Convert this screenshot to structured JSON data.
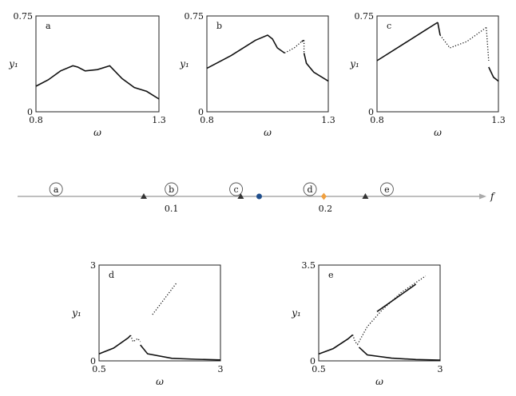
{
  "chart_data": [
    {
      "type": "line",
      "panel": "a",
      "xlim": [
        0.8,
        1.3
      ],
      "ylim": [
        0,
        0.75
      ],
      "xticks": [
        "0.8",
        "1.3"
      ],
      "yticks": [
        "0",
        "0.75"
      ],
      "xlabel": "ω",
      "ylabel": "y₁",
      "series": [
        {
          "style": "solid",
          "x": [
            0.8,
            0.85,
            0.9,
            0.95,
            0.97,
            1.0,
            1.05,
            1.1,
            1.15,
            1.2,
            1.25,
            1.3
          ],
          "y": [
            0.2,
            0.25,
            0.32,
            0.36,
            0.35,
            0.32,
            0.33,
            0.36,
            0.26,
            0.19,
            0.16,
            0.1
          ]
        }
      ]
    },
    {
      "type": "line",
      "panel": "b",
      "xlim": [
        0.8,
        1.3
      ],
      "ylim": [
        0,
        0.75
      ],
      "xticks": [
        "0.8",
        "1.3"
      ],
      "yticks": [
        "0",
        "0.75"
      ],
      "xlabel": "ω",
      "ylabel": "y₁",
      "series": [
        {
          "style": "solid",
          "x": [
            0.8,
            0.9,
            1.0,
            1.05,
            1.07,
            1.09,
            1.12
          ],
          "y": [
            0.34,
            0.44,
            0.56,
            0.6,
            0.57,
            0.5,
            0.46
          ]
        },
        {
          "style": "dotted",
          "x": [
            1.12,
            1.16,
            1.19
          ],
          "y": [
            0.46,
            0.5,
            0.55
          ]
        },
        {
          "style": "solid",
          "x": [
            1.19,
            1.2
          ],
          "y": [
            0.55,
            0.56
          ]
        },
        {
          "style": "dotted",
          "x": [
            1.2,
            1.2
          ],
          "y": [
            0.56,
            0.46
          ]
        },
        {
          "style": "solid",
          "x": [
            1.2,
            1.21,
            1.24,
            1.3
          ],
          "y": [
            0.46,
            0.38,
            0.31,
            0.24
          ]
        }
      ]
    },
    {
      "type": "line",
      "panel": "c",
      "xlim": [
        0.8,
        1.3
      ],
      "ylim": [
        0,
        0.75
      ],
      "xticks": [
        "0.8",
        "1.3"
      ],
      "yticks": [
        "0",
        "0.75"
      ],
      "xlabel": "ω",
      "ylabel": "y₁",
      "series": [
        {
          "style": "solid",
          "x": [
            0.8,
            0.9,
            1.0,
            1.05
          ],
          "y": [
            0.4,
            0.52,
            0.64,
            0.7
          ]
        },
        {
          "style": "solid",
          "x": [
            1.05,
            1.06
          ],
          "y": [
            0.7,
            0.6
          ]
        },
        {
          "style": "dotted",
          "x": [
            1.06,
            1.1,
            1.17,
            1.25
          ],
          "y": [
            0.6,
            0.5,
            0.55,
            0.66
          ]
        },
        {
          "style": "dotted",
          "x": [
            1.25,
            1.26
          ],
          "y": [
            0.66,
            0.4
          ]
        },
        {
          "style": "solid",
          "x": [
            1.26,
            1.28,
            1.3
          ],
          "y": [
            0.35,
            0.27,
            0.24
          ]
        }
      ]
    },
    {
      "type": "line",
      "panel": "d",
      "xlim": [
        0.5,
        3
      ],
      "ylim": [
        0,
        3
      ],
      "xticks": [
        "0.5",
        "3"
      ],
      "yticks": [
        "0",
        "3"
      ],
      "xlabel": "ω",
      "ylabel": "y₁",
      "series": [
        {
          "style": "solid",
          "x": [
            0.5,
            0.8,
            1.1,
            1.15
          ],
          "y": [
            0.22,
            0.4,
            0.72,
            0.8
          ]
        },
        {
          "style": "dotted",
          "x": [
            1.15,
            1.2,
            1.3,
            1.35
          ],
          "y": [
            0.8,
            0.6,
            0.7,
            0.6
          ]
        },
        {
          "style": "solid",
          "x": [
            1.35,
            1.5,
            2.0,
            2.5,
            3.0
          ],
          "y": [
            0.5,
            0.22,
            0.08,
            0.05,
            0.03
          ]
        },
        {
          "style": "dotted",
          "x": [
            1.6,
            2.1
          ],
          "y": [
            1.45,
            2.45
          ]
        }
      ]
    },
    {
      "type": "line",
      "panel": "e",
      "xlim": [
        0.5,
        3
      ],
      "ylim": [
        0,
        3.5
      ],
      "xticks": [
        "0.5",
        "3"
      ],
      "yticks": [
        "0",
        "3.5"
      ],
      "xlabel": "ω",
      "ylabel": "y₁",
      "series": [
        {
          "style": "solid",
          "x": [
            0.5,
            0.8,
            1.1,
            1.2
          ],
          "y": [
            0.25,
            0.45,
            0.8,
            0.95
          ]
        },
        {
          "style": "dotted",
          "x": [
            1.2,
            1.25,
            1.3,
            1.5,
            1.8,
            2.2,
            2.7
          ],
          "y": [
            0.95,
            0.7,
            0.6,
            1.25,
            1.85,
            2.5,
            3.1
          ]
        },
        {
          "style": "solid",
          "x": [
            1.7,
            2.5
          ],
          "y": [
            1.8,
            2.8
          ]
        },
        {
          "style": "solid",
          "x": [
            1.33,
            1.5,
            2.0,
            2.5,
            3.0
          ],
          "y": [
            0.5,
            0.22,
            0.1,
            0.05,
            0.03
          ]
        }
      ]
    }
  ],
  "parameter_axis": {
    "label": "f",
    "range": [
      0,
      0.3
    ],
    "ticks": [
      {
        "value": 0.1,
        "label": "0.1"
      },
      {
        "value": 0.2,
        "label": "0.2"
      }
    ],
    "regions": [
      {
        "label": "a",
        "at": 0.025
      },
      {
        "label": "b",
        "at": 0.1
      },
      {
        "label": "c",
        "at": 0.142
      },
      {
        "label": "d",
        "at": 0.19
      },
      {
        "label": "e",
        "at": 0.24
      }
    ],
    "markers": [
      {
        "shape": "triangle",
        "value": 0.082,
        "color": "#333333"
      },
      {
        "shape": "triangle",
        "value": 0.145,
        "color": "#333333"
      },
      {
        "shape": "circle",
        "value": 0.157,
        "color": "#1f4e8c"
      },
      {
        "shape": "diamond",
        "value": 0.199,
        "color": "#f0a040"
      },
      {
        "shape": "triangle",
        "value": 0.226,
        "color": "#333333"
      }
    ],
    "line_color": "#aaaaaa"
  }
}
